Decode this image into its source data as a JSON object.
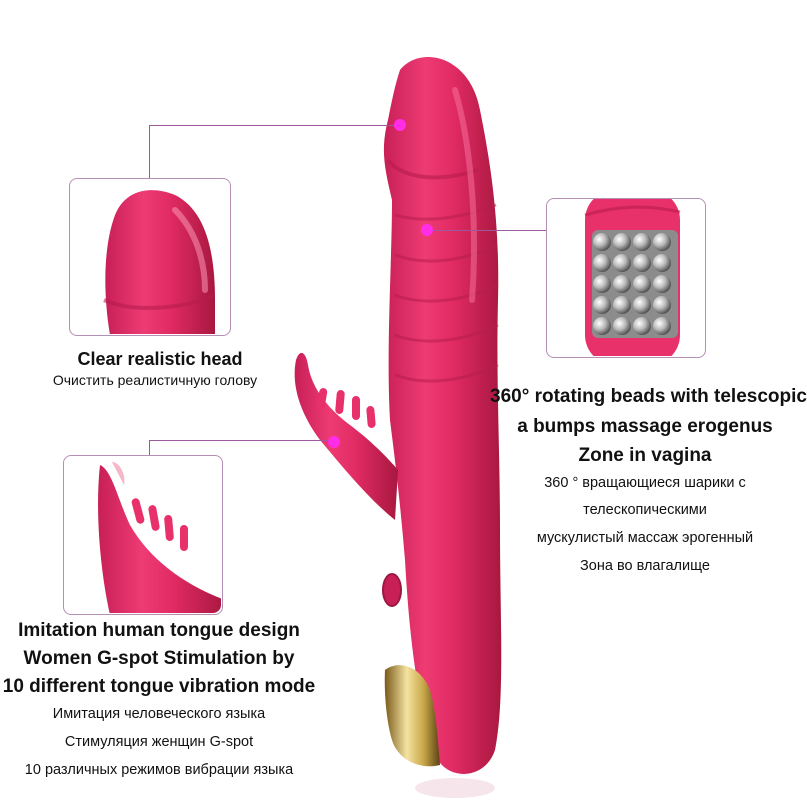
{
  "colors": {
    "body": "#e8306a",
    "body_dark": "#b81d4f",
    "highlight": "#ff7fa6",
    "gold": "#c9a84a",
    "callout_line": "#9b5a9b",
    "callout_dot": "#ff2de6",
    "inset_border": "#b58fb5"
  },
  "callouts": {
    "head": {
      "en": "Clear realistic head",
      "ru": "Очистить реалистичную голову",
      "icon": "head-closeup"
    },
    "beads": {
      "en_lines": [
        "360° rotating beads with telescopic",
        "a bumps massage erogenus",
        "Zone in vagina"
      ],
      "ru_lines": [
        "360 ° вращающиеся шарики с",
        "телескопическими",
        "мускулистый массаж эрогенный",
        "Зона во влагалище"
      ],
      "icon": "beads-closeup"
    },
    "tongue": {
      "en_lines": [
        "Imitation human tongue design",
        "Women G-spot Stimulation by",
        "10 different tongue vibration mode"
      ],
      "ru_lines": [
        "Имитация человеческого языка",
        "Стимуляция женщин G-spot",
        "10 различных режимов вибрации языка"
      ],
      "icon": "tongue-closeup"
    }
  }
}
